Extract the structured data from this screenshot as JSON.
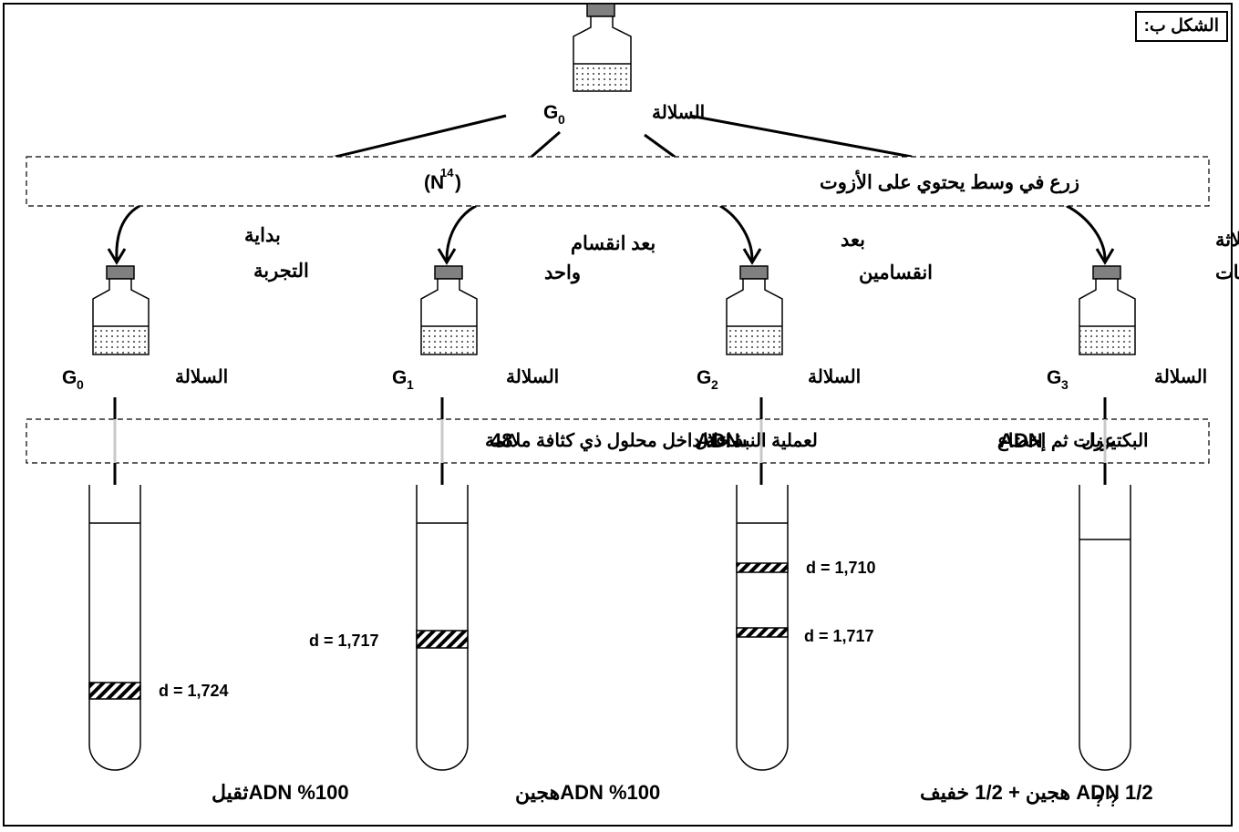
{
  "figure_label": "الشكل ب:",
  "strain_word": "السلالة",
  "top": {
    "gen_letter": "G",
    "gen_index": "0"
  },
  "medium_box": {
    "text_main": "زرع في وسط يحتوي على الأزوت ",
    "isotope_open": "(N",
    "isotope_mass": "14",
    "isotope_close": ")"
  },
  "process_box": {
    "text_part1": "عزل ",
    "adn_word": "ADN",
    "text_part2": " البكتيريات ثم إخضاع ",
    "text_part3": " لعملية النبذ خلال ",
    "hours": "48",
    "text_part4": " ساعة داخل محلول ذي كثافة ملائمة"
  },
  "columns": [
    {
      "gen_letter": "G",
      "gen_index": "0",
      "step_line1": "بداية",
      "step_line2": "التجربة",
      "band_labels": [
        "d = 1,724"
      ],
      "result": "ADN %100ثقيل"
    },
    {
      "gen_letter": "G",
      "gen_index": "1",
      "step_line1": "بعد انقسام",
      "step_line2": "واحد",
      "band_labels": [
        "d = 1,717"
      ],
      "result": "ADN %100هجين"
    },
    {
      "gen_letter": "G",
      "gen_index": "2",
      "step_line1": "بعد",
      "step_line2": "انقسامين",
      "band_labels": [
        "d = 1,710",
        "d = 1,717"
      ],
      "result": "ADN 1/2 هجين + 1/2 خفيف"
    },
    {
      "gen_letter": "G",
      "gen_index": "3",
      "step_line1": "بعد ثلاثة",
      "step_line2": "انقسامات",
      "band_labels": [],
      "result": "? ?"
    }
  ]
}
